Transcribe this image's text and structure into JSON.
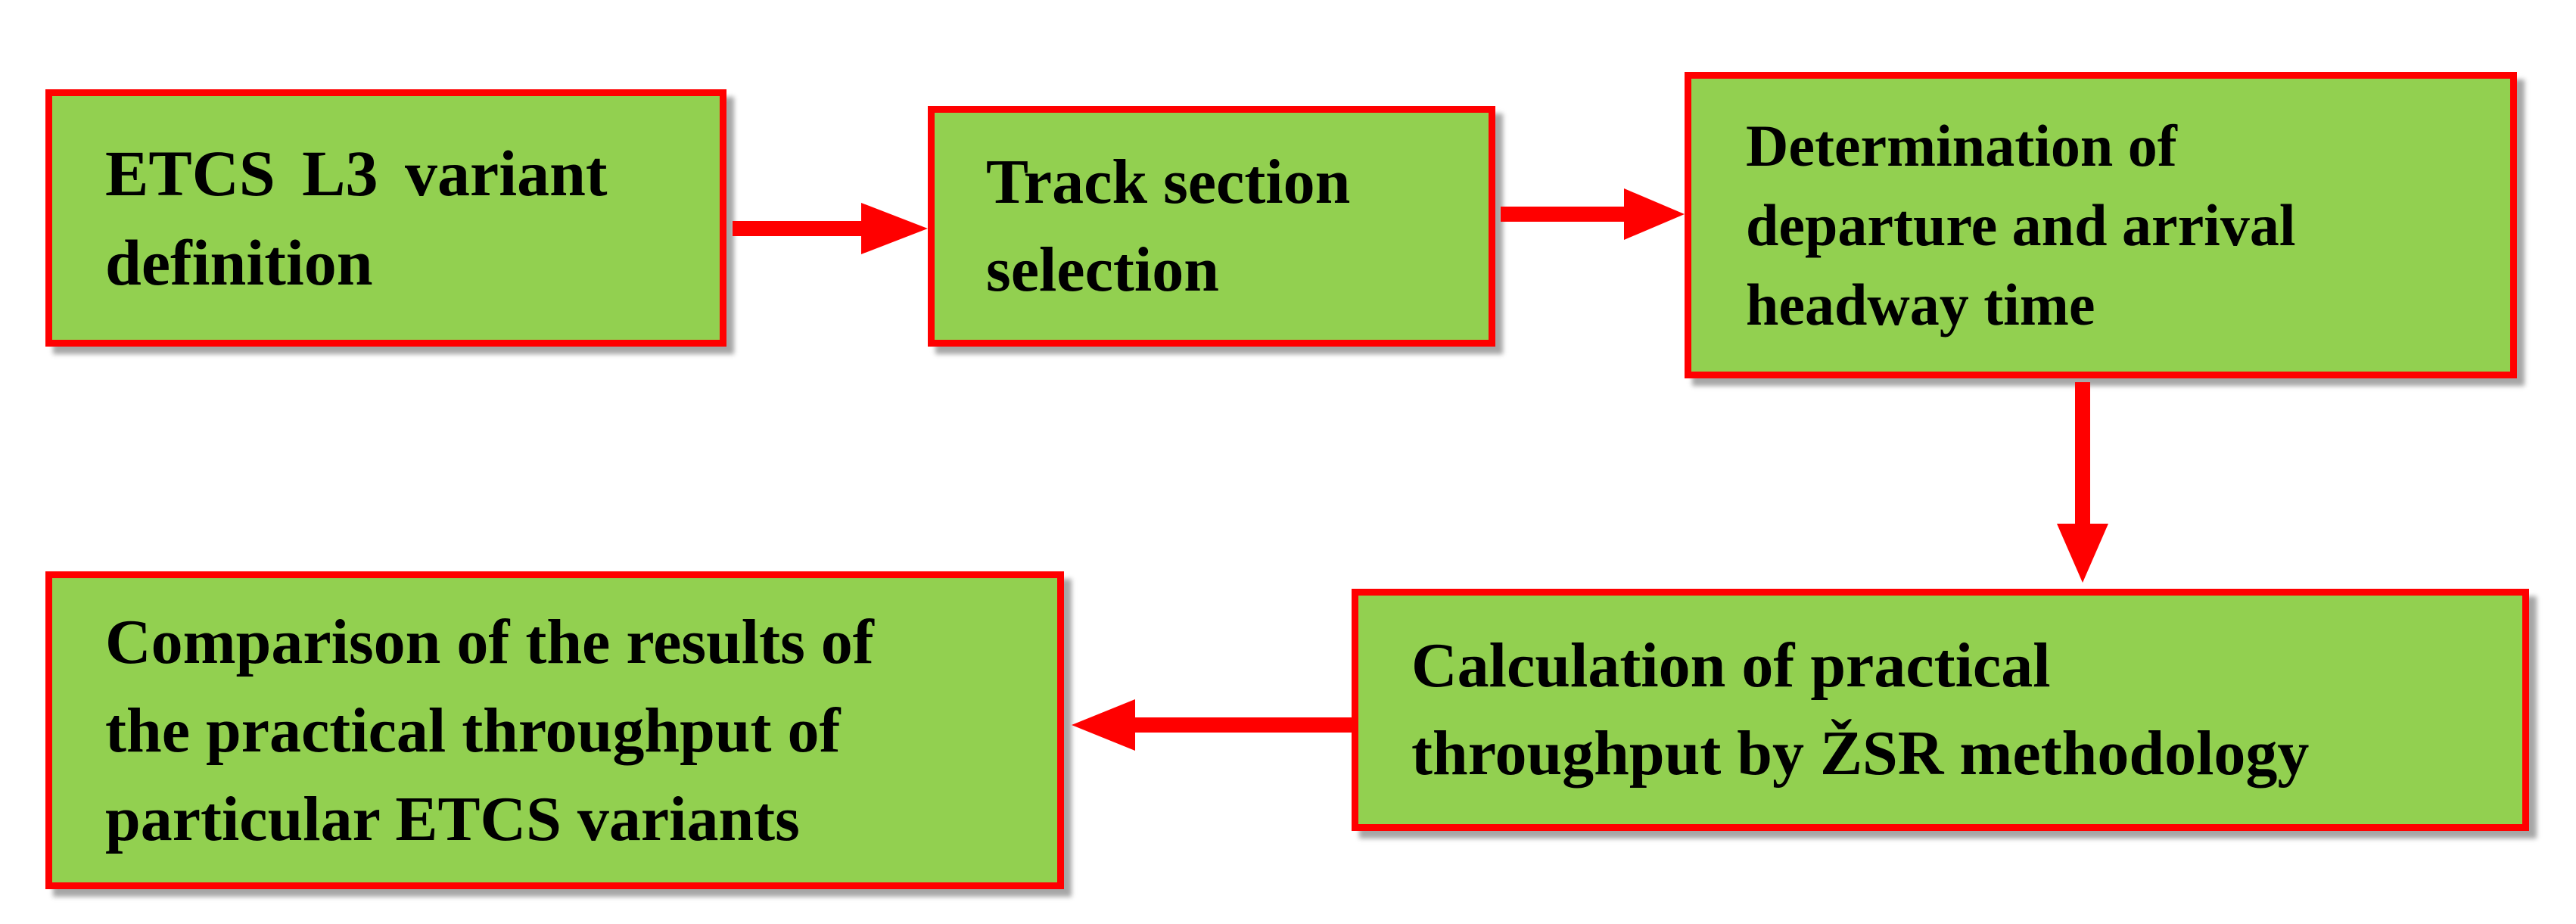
{
  "diagram": {
    "steps": [
      {
        "label": "ETCS L3 variant\ndefinition"
      },
      {
        "label": "Track section\nselection"
      },
      {
        "label": "Determination of\ndeparture and arrival\nheadway time"
      },
      {
        "label": "Calculation of practical\nthroughput by ŽSR methodology"
      },
      {
        "label": "Comparison of the results of\nthe practical throughput of\nparticular ETCS variants"
      }
    ],
    "connections": [
      {
        "from": 1,
        "to": 2
      },
      {
        "from": 2,
        "to": 3
      },
      {
        "from": 3,
        "to": 4
      },
      {
        "from": 4,
        "to": 5
      }
    ],
    "colors": {
      "box_fill": "#92d050",
      "box_border": "#ff0000",
      "arrow": "#ff0000",
      "text": "#000000"
    }
  }
}
